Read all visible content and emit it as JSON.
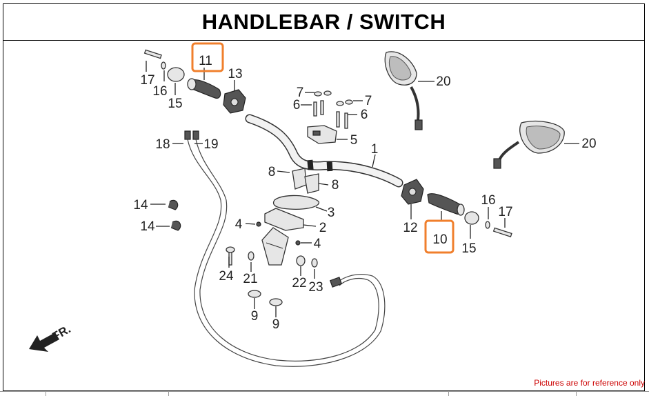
{
  "title": "HANDLEBAR / SWITCH",
  "front_marker": "FR.",
  "disclaimer": "Pictures are for reference only",
  "callouts": {
    "c1": "1",
    "c2": "2",
    "c3": "3",
    "c4a": "4",
    "c4b": "4",
    "c5": "5",
    "c6a": "6",
    "c6b": "6",
    "c7a": "7",
    "c7b": "7",
    "c8a": "8",
    "c8b": "8",
    "c9a": "9",
    "c9b": "9",
    "c10": "10",
    "c11": "11",
    "c12": "12",
    "c13": "13",
    "c14a": "14",
    "c14b": "14",
    "c15a": "15",
    "c15b": "15",
    "c16a": "16",
    "c16b": "16",
    "c17a": "17",
    "c17b": "17",
    "c18": "18",
    "c19": "19",
    "c20a": "20",
    "c20b": "20",
    "c21": "21",
    "c22": "22",
    "c23": "23",
    "c24": "24"
  },
  "highlighted_callouts": [
    "10",
    "11"
  ],
  "colors": {
    "highlight": "#f07f2c",
    "disclaimer": "#cc0000"
  }
}
